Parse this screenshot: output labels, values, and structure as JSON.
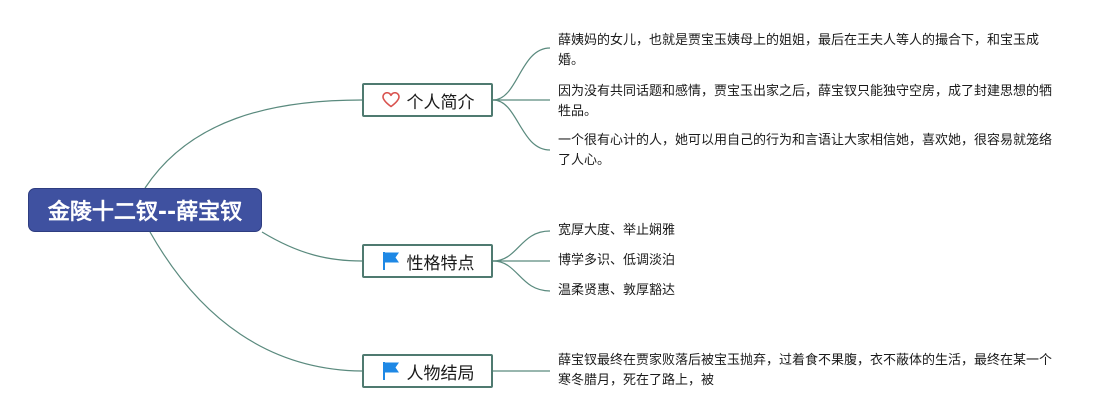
{
  "root": {
    "label": "金陵十二钗--薛宝钗"
  },
  "branches": [
    {
      "label": "个人简介",
      "icon": "heart-icon",
      "leaves": [
        "薛姨妈的女儿，也就是贾宝玉姨母上的姐姐，最后在王夫人等人的撮合下，和宝玉成婚。",
        "因为没有共同话题和感情，贾宝玉出家之后，薛宝钗只能独守空房，成了封建思想的牺牲品。",
        "一个很有心计的人，她可以用自己的行为和言语让大家相信她，喜欢她，很容易就笼络了人心。"
      ]
    },
    {
      "label": "性格特点",
      "icon": "flag-icon",
      "leaves": [
        "宽厚大度、举止娴雅",
        "博学多识、低调淡泊",
        "温柔贤惠、敦厚豁达"
      ]
    },
    {
      "label": "人物结局",
      "icon": "flag-icon",
      "leaves": [
        "薛宝钗最终在贾家败落后被宝玉抛弃，过着食不果腹，衣不蔽体的生活，最终在某一个寒冬腊月，死在了路上，被"
      ]
    }
  ],
  "colors": {
    "root_fill": "#3f51a0",
    "connector": "#5a8a7e",
    "branch_border": "#4f7a70",
    "heart": "#d9534f",
    "flag": "#1e88e5"
  }
}
